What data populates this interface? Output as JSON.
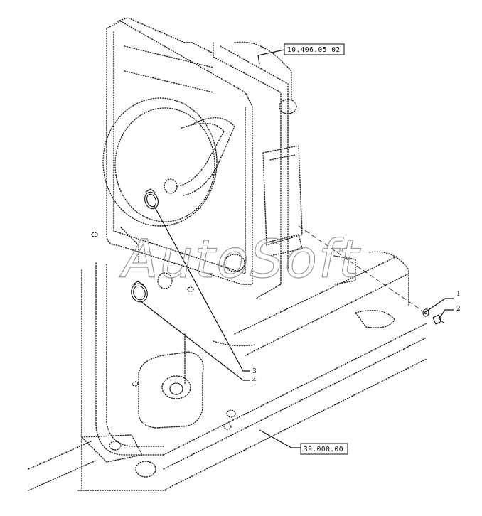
{
  "references": {
    "cooling_pack": "10.406.05 02",
    "chassis": "39.000.00"
  },
  "callouts": {
    "item_1": "1",
    "item_2": "2",
    "item_3": "3",
    "item_4": "4"
  },
  "watermark": {
    "text": "AutoSoft"
  },
  "colors": {
    "line": "#111111",
    "watermark": "#999999",
    "background": "#ffffff"
  }
}
